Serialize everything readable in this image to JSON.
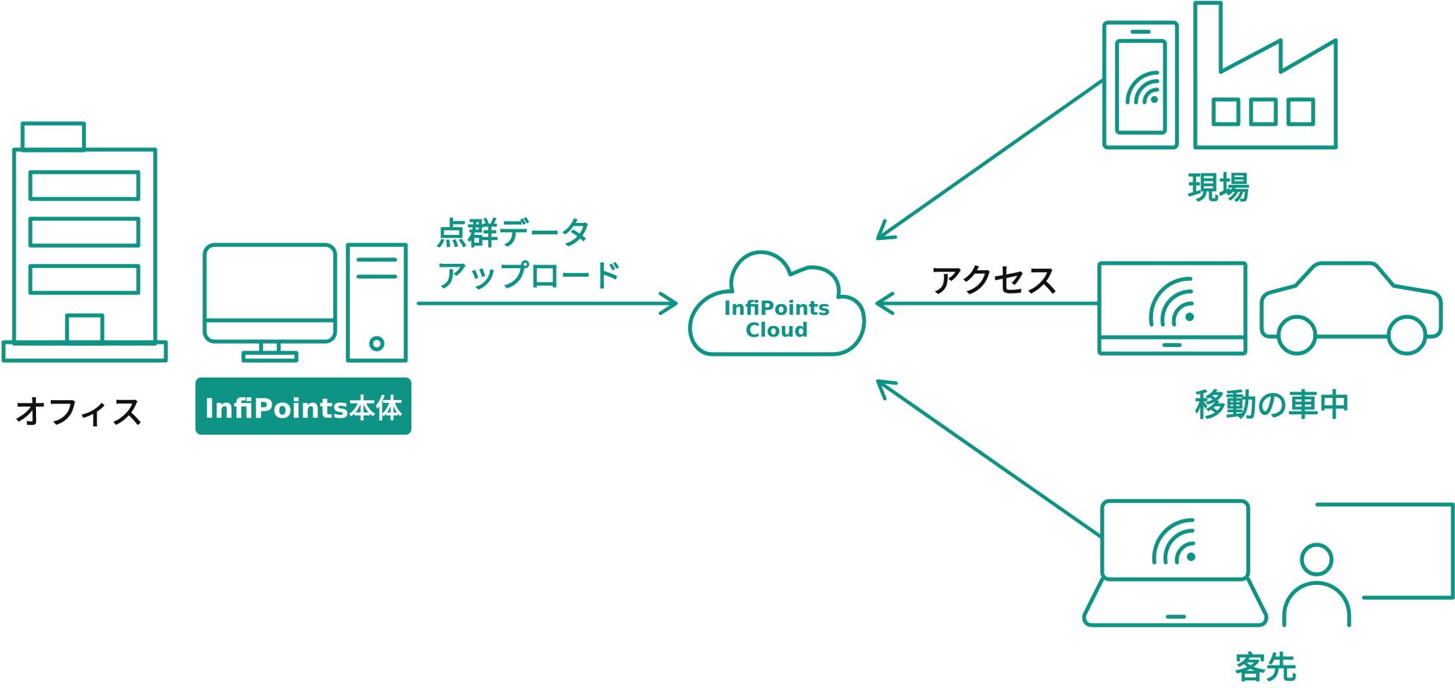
{
  "colors": {
    "accent": "#0e9485",
    "text": "#111111",
    "background": "#ffffff"
  },
  "office": {
    "label": "オフィス"
  },
  "product": {
    "label": "InfiPoints本体"
  },
  "upload": {
    "line1": "点群データ",
    "line2": "アップロード"
  },
  "cloud": {
    "line1": "InfiPoints",
    "line2": "Cloud"
  },
  "access": {
    "label": "アクセス"
  },
  "site": {
    "label": "現場"
  },
  "vehicle": {
    "label": "移動の車中"
  },
  "client": {
    "label": "客先"
  }
}
